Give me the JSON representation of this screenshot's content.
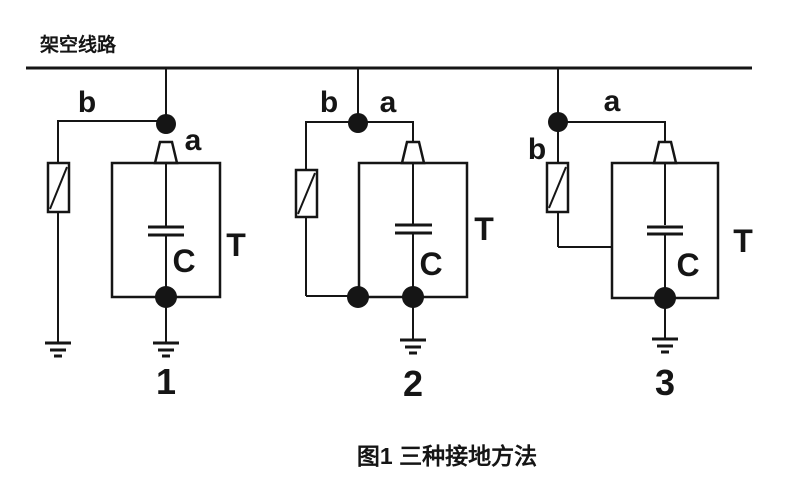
{
  "figure": {
    "overhead_line_label": "架空线路",
    "caption": "图1 三种接地方法"
  },
  "colors": {
    "ink": "#151515",
    "bg": "#ffffff"
  },
  "circuits": [
    {
      "number_label": "1",
      "labels": {
        "arrester_branch": "b",
        "transformer_branch": "a",
        "capacitor": "C",
        "transformer": "T"
      }
    },
    {
      "number_label": "2",
      "labels": {
        "arrester_branch": "b",
        "transformer_branch": "a",
        "capacitor": "C",
        "transformer": "T"
      }
    },
    {
      "number_label": "3",
      "labels": {
        "arrester_branch": "b",
        "transformer_branch": "a",
        "capacitor": "C",
        "transformer": "T"
      }
    }
  ]
}
